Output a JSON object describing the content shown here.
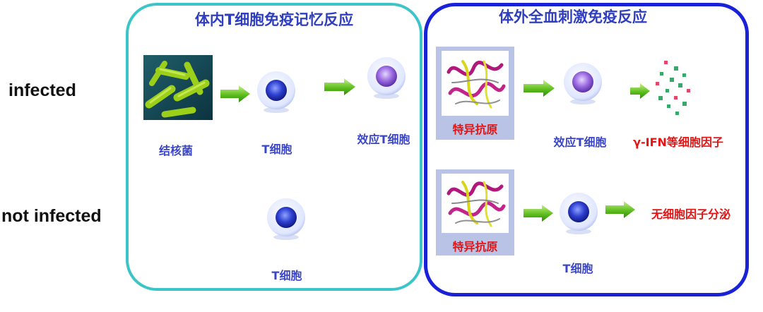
{
  "row_labels": {
    "infected": "infected",
    "not_infected": "not infected"
  },
  "panel_in_vivo": {
    "title": "体内T细胞免疫记忆反应",
    "tb_label": "结核菌",
    "tcell_label": "T细胞",
    "effector_label": "效应T细胞",
    "tcell2_label": "T细胞"
  },
  "panel_in_vitro": {
    "title": "体外全血刺激免疫反应",
    "antigen_label_1": "特异抗原",
    "effector_label": "效应T细胞",
    "cytokine_label": "γ-IFN等细胞因子",
    "antigen_label_2": "特异抗原",
    "tcell_label": "T细胞",
    "no_cytokine_label": "无细胞因子分泌"
  },
  "colors": {
    "panel_in_vivo_border": "#3cc5c8",
    "panel_in_vitro_border": "#1a22d8",
    "title_text": "#2f3ec0",
    "caption_text": "#3a46c6",
    "highlight_red": "#e41414",
    "arrow_green": "#5fbf1f",
    "tcell_blue": "#2e3fd0",
    "effector_purple": "#8a5cd8"
  }
}
